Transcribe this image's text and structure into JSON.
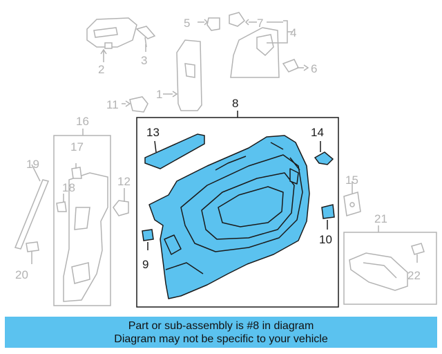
{
  "callouts": {
    "c1": "1",
    "c2": "2",
    "c3": "3",
    "c4": "4",
    "c5": "5",
    "c6": "6",
    "c7": "7",
    "c8": "8",
    "c9": "9",
    "c10": "10",
    "c11": "11",
    "c12": "12",
    "c13": "13",
    "c14": "14",
    "c15": "15",
    "c16": "16",
    "c17": "17",
    "c18": "18",
    "c19": "19",
    "c20": "20",
    "c21": "21",
    "c22": "22"
  },
  "caption": {
    "line1": "Part or sub-assembly is #8 in diagram",
    "line2": "Diagram may not be specific to your vehicle"
  },
  "colors": {
    "highlight_fill": "#5bc2ef",
    "faded_line": "#b3b3b3",
    "main_line": "#1a1a1a",
    "caption_bg": "#5bc2ef"
  }
}
